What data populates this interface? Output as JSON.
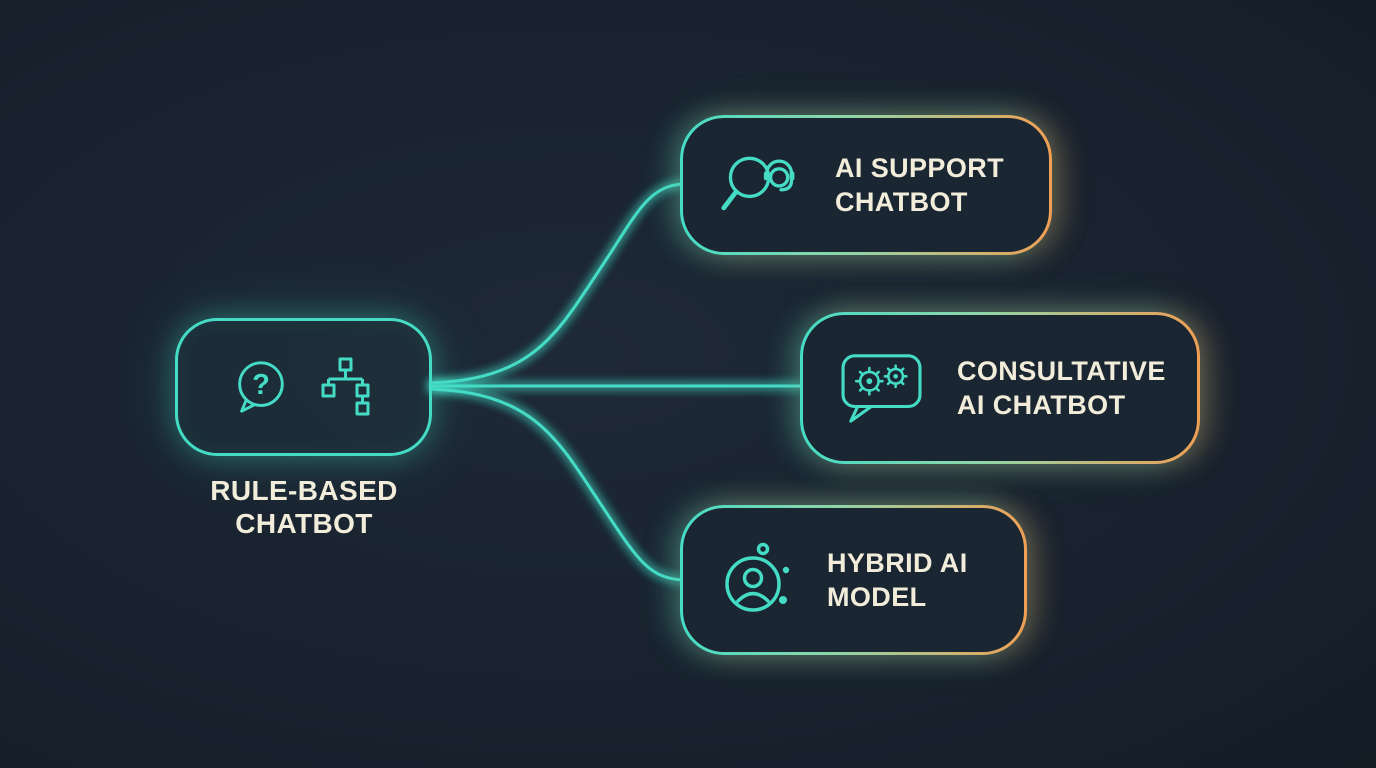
{
  "theme": {
    "background": "#18222e",
    "teal": "#45dcc6",
    "orange": "#f0a054",
    "text_color": "#f2edda"
  },
  "root_node": {
    "label_line1": "RULE-BASED",
    "label_line2": "CHATBOT",
    "icons": [
      "question-bubble-icon",
      "hierarchy-icon"
    ]
  },
  "nodes": [
    {
      "id": "ai-support-chatbot",
      "line1": "AI SUPPORT",
      "line2": "CHATBOT",
      "icon": "search-support-icon"
    },
    {
      "id": "consultative-ai-chatbot",
      "line1": "CONSULTATIVE",
      "line2": "AI CHATBOT",
      "icon": "chat-gears-icon"
    },
    {
      "id": "hybrid-ai-model",
      "line1": "HYBRID AI",
      "line2": "MODEL",
      "icon": "user-network-icon"
    }
  ]
}
